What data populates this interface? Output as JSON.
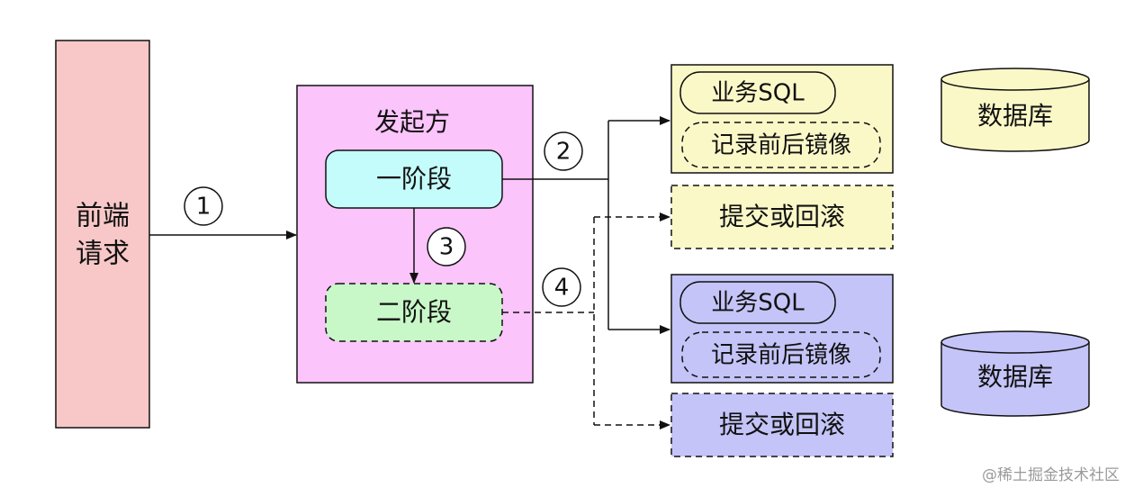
{
  "frontend": {
    "label_line1": "前端",
    "label_line2": "请求"
  },
  "initiator": {
    "title": "发起方",
    "phase1": "一阶段",
    "phase2": "二阶段"
  },
  "steps": {
    "s1": "1",
    "s2": "2",
    "s3": "3",
    "s4": "4"
  },
  "group_top": {
    "business_sql": "业务SQL",
    "record_image": "记录前后镜像",
    "commit_rollback": "提交或回滚",
    "database": "数据库"
  },
  "group_bottom": {
    "business_sql": "业务SQL",
    "record_image": "记录前后镜像",
    "commit_rollback": "提交或回滚",
    "database": "数据库"
  },
  "watermark": "@稀土掘金技术社区",
  "colors": {
    "frontend_fill": "#f8c8c8",
    "initiator_fill": "#fbc4fb",
    "phase1_fill": "#c4fbfb",
    "phase2_fill": "#c8f8c8",
    "yellow_fill": "#fbf8c8",
    "purple_fill": "#c4c4f8"
  }
}
